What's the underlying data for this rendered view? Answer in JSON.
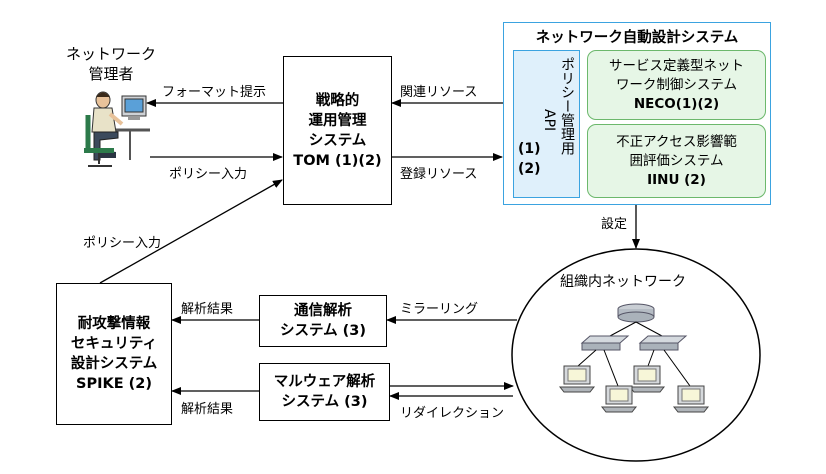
{
  "admin": {
    "line1": "ネットワーク",
    "line2": "管理者"
  },
  "tom": {
    "line1": "戦略的",
    "line2": "運用管理",
    "line3": "システム",
    "line4": "TOM (1)(2)"
  },
  "auto_system": {
    "title": "ネットワーク自動設計システム",
    "api_box": {
      "col_right": "ポリシー管理用",
      "col_mid": "API",
      "col_left_top": "(1)",
      "col_left_bottom": "(2)"
    },
    "neco": {
      "line1": "サービス定義型ネット",
      "line2": "ワーク制御システム",
      "line3": "NECO(1)(2)"
    },
    "iinu": {
      "line1": "不正アクセス影響範",
      "line2": "囲評価システム",
      "line3": "IINU (2)"
    }
  },
  "spike": {
    "line1": "耐攻撃情報",
    "line2": "セキュリティ",
    "line3": "設計システム",
    "line4": "SPIKE (2)"
  },
  "comm_analysis": {
    "line1": "通信解析",
    "line2": "システム (3)"
  },
  "malware_analysis": {
    "line1": "マルウェア解析",
    "line2": "システム (3)"
  },
  "network": {
    "label": "組織内ネットワーク"
  },
  "labels": {
    "format_present": "フォーマット提示",
    "policy_input_1": "ポリシー入力",
    "policy_input_2": "ポリシー入力",
    "related_resource": "関連リソース",
    "register_resource": "登録リソース",
    "setting": "設定",
    "analysis_result_1": "解析結果",
    "analysis_result_2": "解析結果",
    "mirroring": "ミラーリング",
    "redirection": "リダイレクション"
  }
}
